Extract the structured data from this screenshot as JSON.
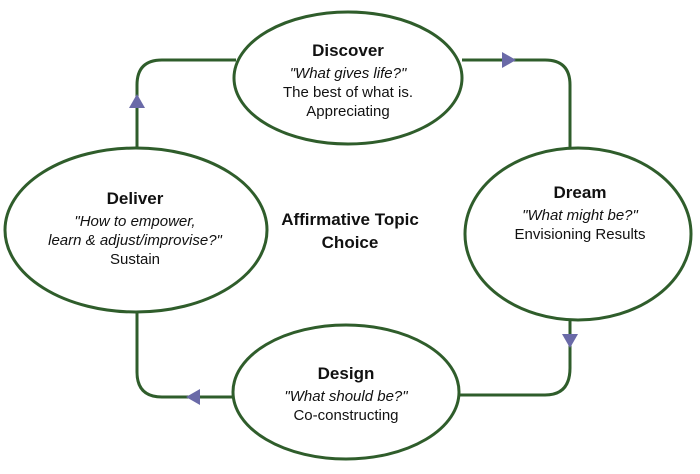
{
  "center": {
    "line1": "Affirmative Topic",
    "line2": "Choice"
  },
  "discover": {
    "title": "Discover",
    "question": "\"What gives life?\"",
    "line1": "The best of what is.",
    "line2": "Appreciating"
  },
  "dream": {
    "title": "Dream",
    "question": "\"What might be?\"",
    "line1": "Envisioning Results"
  },
  "design": {
    "title": "Design",
    "question": "\"What should be?\"",
    "line1": "Co-constructing"
  },
  "deliver": {
    "title": "Deliver",
    "question1": "\"How to empower,",
    "question2": "learn & adjust/improvise?\"",
    "line1": "Sustain"
  },
  "colors": {
    "outline": "#2f5d2b",
    "arrowhead": "#6a6aa8",
    "background": "#ffffff"
  },
  "icons": {
    "arrowhead": "triangle-arrowhead-icon"
  }
}
